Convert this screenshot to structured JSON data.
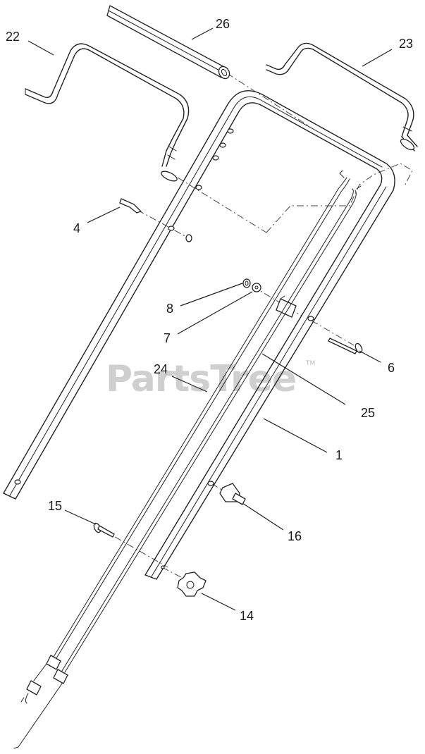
{
  "watermark": {
    "text": "PartsTree",
    "mark": "TM"
  },
  "callouts": {
    "c1": "1",
    "c4": "4",
    "c6": "6",
    "c7": "7",
    "c8": "8",
    "c14": "14",
    "c15": "15",
    "c16": "16",
    "c22": "22",
    "c23": "23",
    "c24": "24",
    "c25": "25",
    "c26": "26"
  },
  "colors": {
    "ink": "#222222",
    "watermark": "#cfcfcf",
    "background": "#ffffff"
  }
}
